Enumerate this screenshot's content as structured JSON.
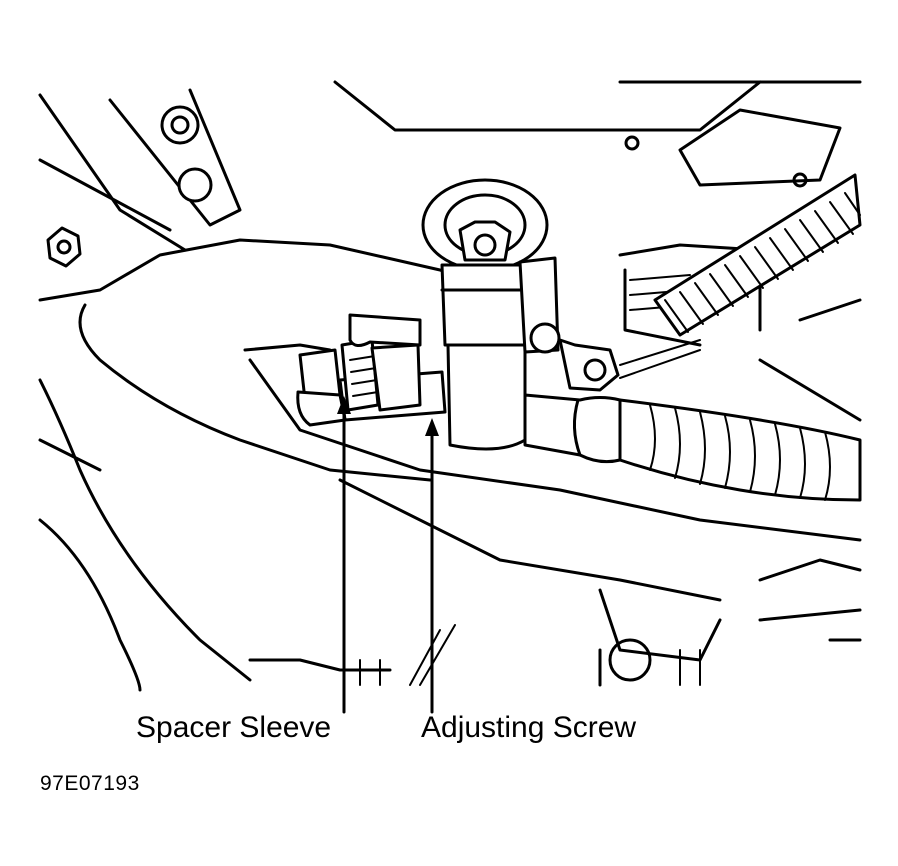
{
  "figure": {
    "callouts": [
      {
        "id": "spacer-sleeve",
        "label": "Spacer Sleeve"
      },
      {
        "id": "adjusting-screw",
        "label": "Adjusting Screw"
      }
    ],
    "figure_id": "97E07193"
  }
}
